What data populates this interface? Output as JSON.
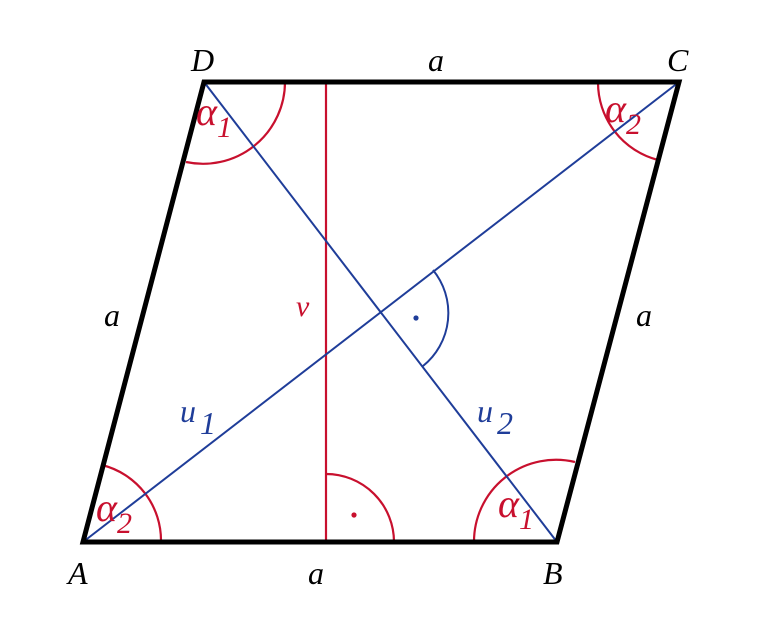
{
  "vertices": {
    "A": "A",
    "B": "B",
    "C": "C",
    "D": "D"
  },
  "sides": {
    "top": "a",
    "bottom": "a",
    "left": "a",
    "right": "a"
  },
  "height_label": "v",
  "diagonals": {
    "u1": {
      "base": "u",
      "sub": "1"
    },
    "u2": {
      "base": "u",
      "sub": "2"
    }
  },
  "angles": {
    "at_A": {
      "base": "α",
      "sub": "2"
    },
    "at_B": {
      "base": "α",
      "sub": "1"
    },
    "at_C": {
      "base": "α",
      "sub": "2"
    },
    "at_D": {
      "base": "α",
      "sub": "1"
    }
  },
  "right_angle_marker": "·",
  "colors": {
    "outline": "#000000",
    "angles_and_height": "#c8102e",
    "diagonals": "#1f3d99"
  }
}
